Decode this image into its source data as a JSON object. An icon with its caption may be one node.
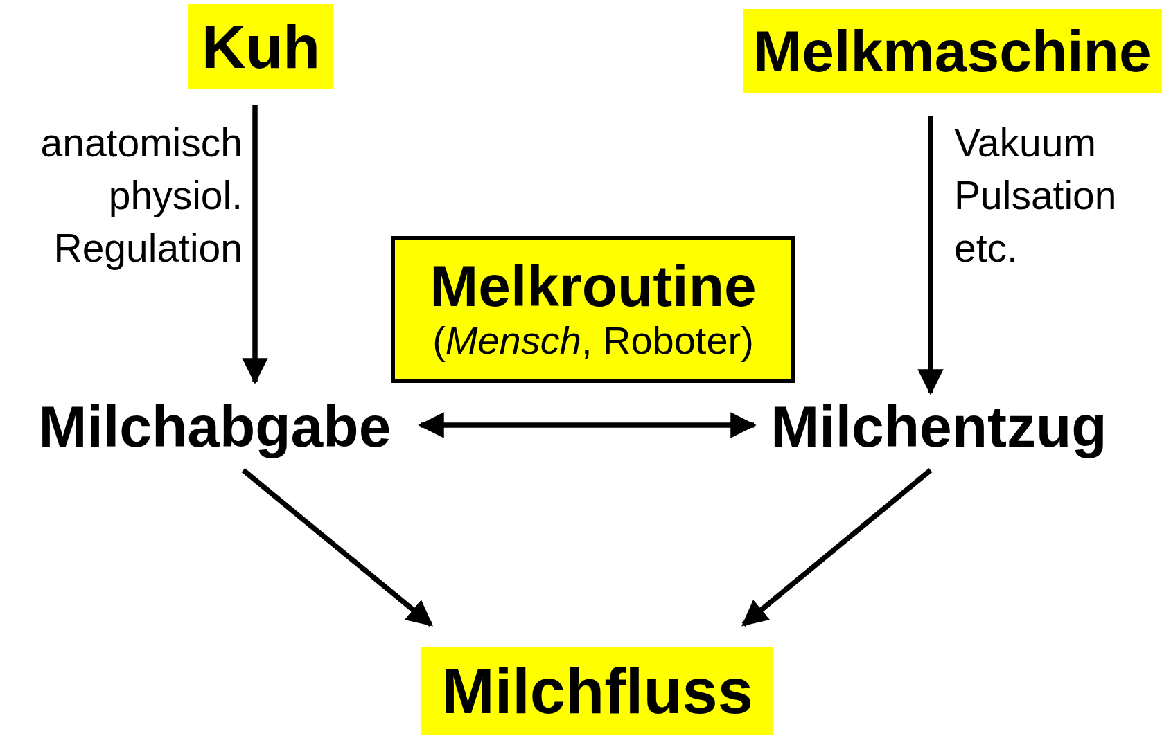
{
  "diagram": {
    "nodes": [
      {
        "text": [
          "Kuh"
        ]
      },
      {
        "text": [
          "Melkmaschine"
        ]
      },
      {
        "text": [
          "Melkroutine",
          "(*Mensch*, Roboter)"
        ]
      },
      {
        "text": [
          "Milchabgabe"
        ]
      },
      {
        "text": [
          "Milchentzug"
        ]
      },
      {
        "text": [
          "Milchfluss"
        ]
      }
    ],
    "edges": [
      {
        "from": 0,
        "to": 3,
        "arrow": "to",
        "label": "anatomisch physiol. Regulation"
      },
      {
        "from": 1,
        "to": 4,
        "arrow": "to",
        "label": "Vakuum Pulsation etc."
      },
      {
        "from": 3,
        "to": 4,
        "arrow": "both"
      },
      {
        "from": 3,
        "to": 5,
        "arrow": "to"
      },
      {
        "from": 4,
        "to": 5,
        "arrow": "to"
      }
    ]
  }
}
